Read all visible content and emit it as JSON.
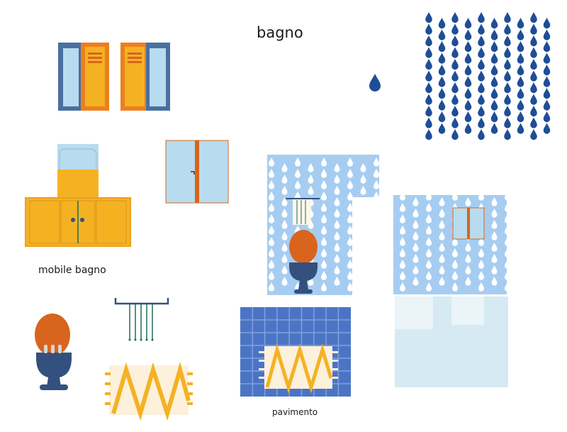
{
  "labels": {
    "title": "bagno",
    "mobile": "mobile bagno",
    "floor": "pavimento"
  },
  "colors": {
    "dark_blue": "#1f4e96",
    "steel_blue": "#4a6fa0",
    "light_blue": "#b7dcef",
    "sky_blue": "#a6cdf1",
    "pale_blue": "#d6eaf3",
    "orange": "#ee7f1e",
    "burnt_orange": "#d9641e",
    "yellow": "#f4b223",
    "cream": "#fdf1dc",
    "tile_blue": "#4b74c4",
    "tile_grid": "#7fa2e0",
    "navy": "#34507e",
    "green": "#1f6b5b"
  },
  "icons": [
    "shutter-window-icon",
    "water-drop-icon",
    "raindrop-pattern-icon",
    "bathroom-cabinet-icon",
    "window-icon",
    "wallpaper-icon",
    "towel-rack-icon",
    "toilet-icon",
    "bath-mat-icon",
    "tiled-floor-icon"
  ]
}
